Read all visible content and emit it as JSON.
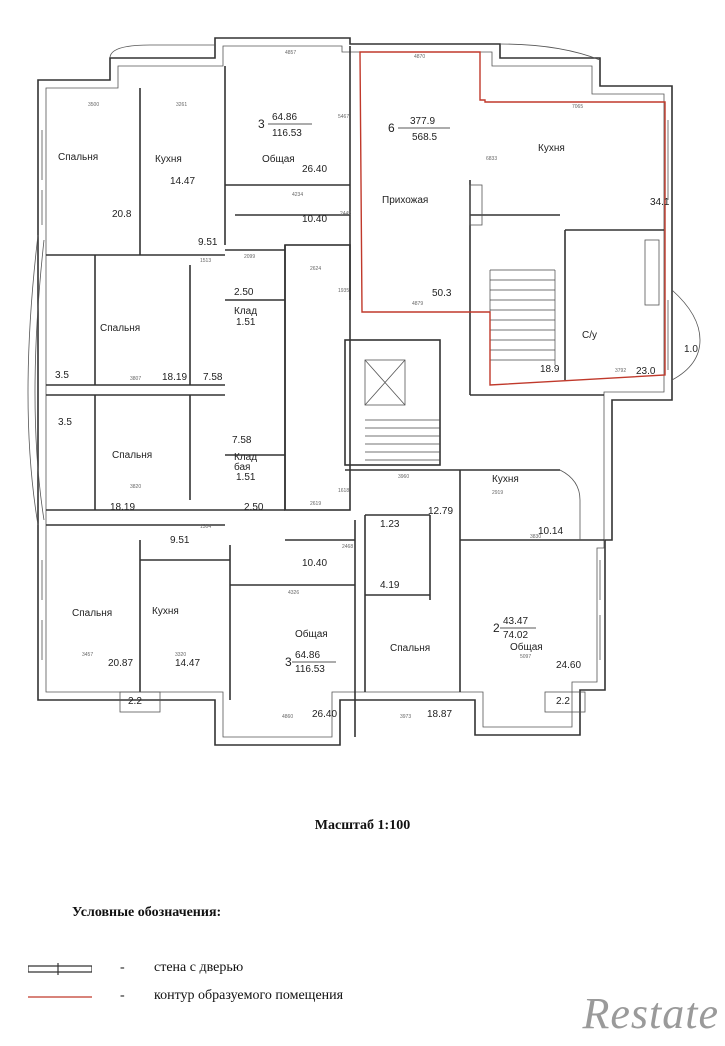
{
  "rooms": {
    "r6": {
      "num": "6",
      "area_top": "377.9",
      "area_bot": "568.5"
    },
    "r3top": {
      "num": "3",
      "area_top": "64.86",
      "area_bot": "116.53"
    },
    "r3bot": {
      "num": "3",
      "area_top": "64.86",
      "area_bot": "116.53"
    },
    "r2": {
      "num": "2",
      "area_top": "43.47",
      "area_bot": "74.02"
    }
  },
  "labels": {
    "bedroom": "Спальня",
    "kitchen": "Кухня",
    "living": "Общая",
    "hall": "Прихожая",
    "bath": "С/у",
    "storage": "Клад",
    "storage2": "Клад",
    "storage2b": "бая"
  },
  "areas": {
    "a_20_8": "20.8",
    "a_14_47_top": "14.47",
    "a_26_40_top": "26.40",
    "a_10_40_top": "10.40",
    "a_9_51_top": "9.51",
    "a_2_50_top": "2.50",
    "a_1_51_top": "1.51",
    "a_18_19_top": "18.19",
    "a_7_58_top": "7.58",
    "a_3_5_a": "3.5",
    "a_3_5_b": "3.5",
    "a_7_58_bot": "7.58",
    "a_1_51_bot": "1.51",
    "a_2_50_bot": "2.50",
    "a_18_19_bot": "18.19",
    "a_9_51_bot": "9.51",
    "a_10_40_bot": "10.40",
    "a_20_87": "20.87",
    "a_14_47_bot": "14.47",
    "a_26_40_bot": "26.40",
    "a_18_87": "18.87",
    "a_24_60": "24.60",
    "a_10_14": "10.14",
    "a_12_79": "12.79",
    "a_1_23": "1.23",
    "a_4_19": "4.19",
    "a_2_2_left": "2.2",
    "a_2_2_right": "2.2",
    "a_34_1": "34.1",
    "a_50_3": "50.3",
    "a_18_9": "18.9",
    "a_23_0": "23.0",
    "a_1_0": "1.0"
  },
  "dims": {
    "d4857": "4857",
    "d4870": "4870",
    "d7065": "7065",
    "d3500": "3500",
    "d3261": "3261",
    "d5467": "5467",
    "d6833": "6833",
    "d4234": "4234",
    "d2445": "2445",
    "d1513": "1513",
    "d2099": "2099",
    "d2624": "2624",
    "d4879": "4879",
    "d3792": "3792",
    "d3807": "3807",
    "d3820": "3820",
    "d2619": "2619",
    "d3960": "3960",
    "d2919": "2919",
    "d3830": "3830",
    "d1304": "1304",
    "d3457": "3457",
    "d3320": "3320",
    "d4326": "4326",
    "d4860": "4860",
    "d3973": "3973",
    "d5097": "5097",
    "d2468": "2468",
    "d1618": "1618",
    "d1935": "1935"
  },
  "scale": "Масштаб 1:100",
  "legend": {
    "title": "Условные обозначения:",
    "dash": "-",
    "door_wall": "стена с дверью",
    "red_contour": "контур образуемого помещения"
  },
  "watermark": "Restate",
  "colors": {
    "contour": "#c0392b",
    "wall": "#333333"
  }
}
